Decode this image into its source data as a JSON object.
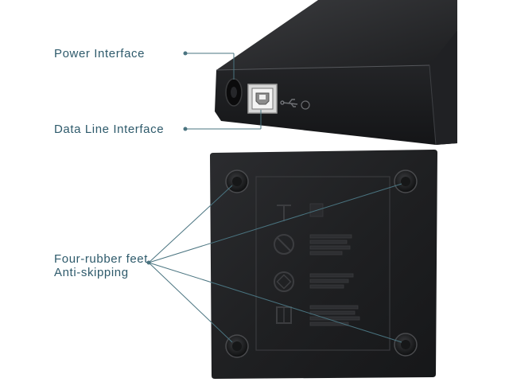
{
  "labels": {
    "power": "Power Interface",
    "data": "Data Line Interface",
    "feet_line1": "Four-rubber feet",
    "feet_line2": "Anti-skipping"
  },
  "colors": {
    "label": "#2e5a6b",
    "leader": "#4a7480",
    "device": "#1a1b1d",
    "device_edge": "#3a3b3e"
  },
  "icons": {
    "usb_port": "usb-b-port-icon",
    "usb_symbol": "usb-symbol-icon",
    "power_jack": "dc-power-jack-icon"
  }
}
